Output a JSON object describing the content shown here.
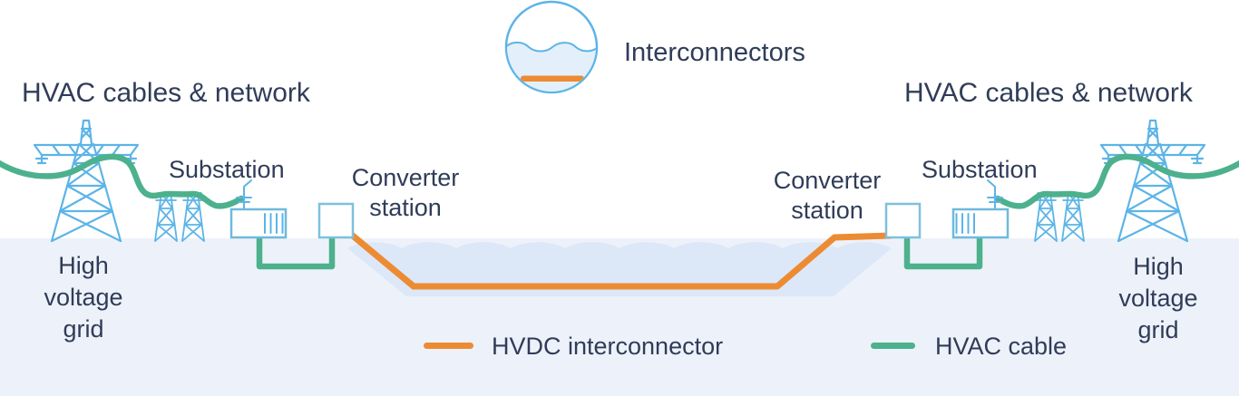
{
  "interconnectors_icon": {
    "label": "Interconnectors"
  },
  "left_network": {
    "title": "HVAC cables & network",
    "substation_label": "Substation",
    "converter_station_label": "Converter station",
    "high_voltage_grid_label": "High voltage grid"
  },
  "right_network": {
    "title": "HVAC cables & network",
    "substation_label": "Substation",
    "converter_station_label": "Converter station",
    "high_voltage_grid_label": "High voltage grid"
  },
  "legend": {
    "items": [
      {
        "label": "HVDC interconnector",
        "color": "#ED8B33"
      },
      {
        "label": "HVAC cable",
        "color": "#4CB18C"
      }
    ]
  },
  "colors": {
    "hvdc_orange": "#ED8B33",
    "hvac_green": "#4CB18C",
    "grid_structure_blue": "#5CB4E7",
    "box_outline_blue": "#6FB9DC",
    "text_navy": "#303C58",
    "sea_fill": "#DCE8F7",
    "ground_fill": "#EDF2FA",
    "icon_water_fill": "#E3F0FB"
  }
}
